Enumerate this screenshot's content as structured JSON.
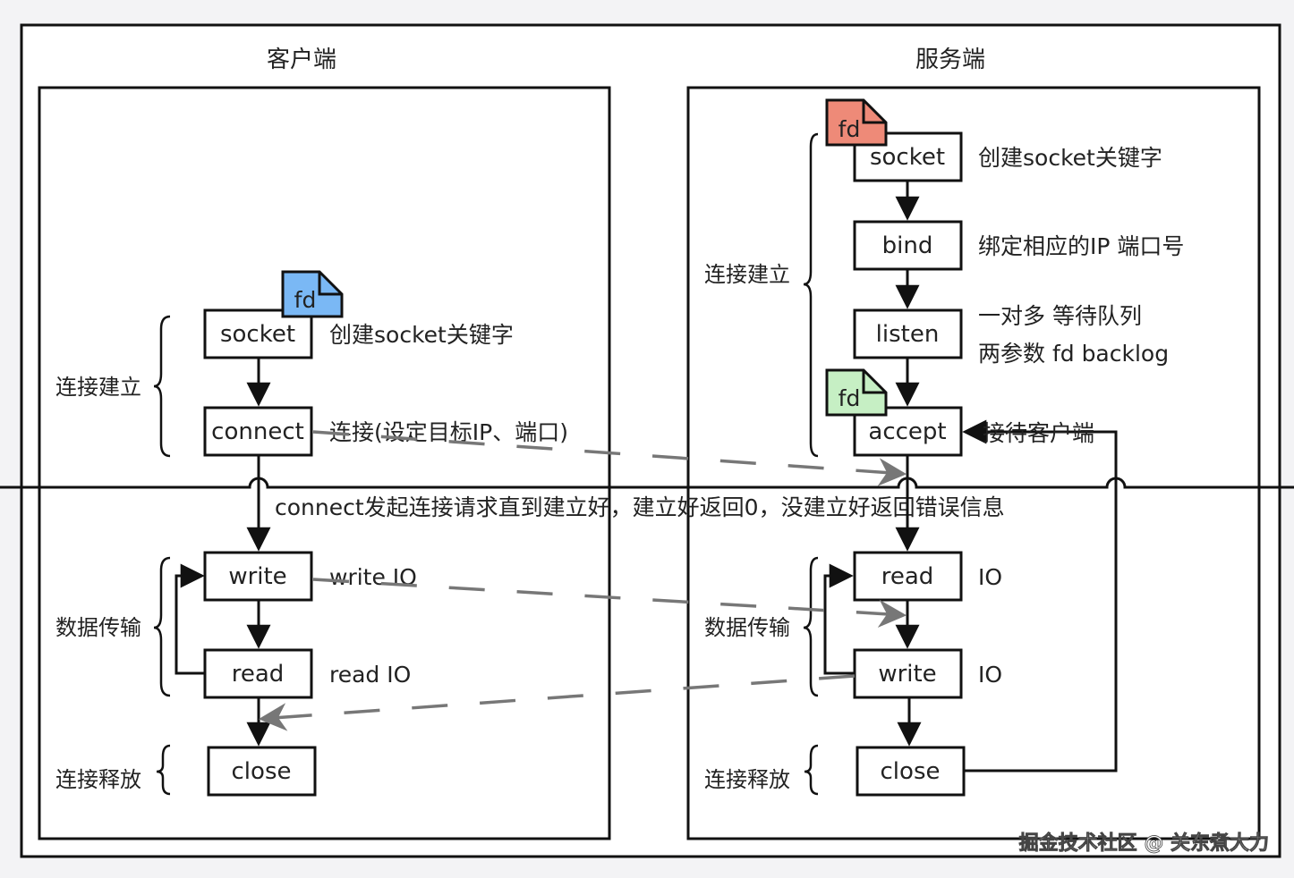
{
  "colors": {
    "line": "#111111",
    "dashed": "#777777",
    "fd_client": "#7ab8f5",
    "fd_server_socket": "#ee8a78",
    "fd_server_accept": "#c6efc4",
    "background": "#f3f3f5"
  },
  "client": {
    "title": "客户端",
    "boxes": {
      "socket": "socket",
      "connect": "connect",
      "write": "write",
      "read": "read",
      "close": "close"
    },
    "notes": {
      "socket": "创建socket关键字",
      "connect": "连接(设定目标IP、端口)",
      "write": "write IO",
      "read": "read IO"
    },
    "braces": {
      "establish": "连接建立",
      "transfer": "数据传输",
      "release": "连接释放"
    },
    "fd_label": "fd"
  },
  "server": {
    "title": "服务端",
    "boxes": {
      "socket": "socket",
      "bind": "bind",
      "listen": "listen",
      "accept": "accept",
      "read": "read",
      "write": "write",
      "close": "close"
    },
    "notes": {
      "socket": "创建socket关键字",
      "bind": "绑定相应的IP 端口号",
      "listen_line1": "一对多 等待队列",
      "listen_line2": "两参数 fd backlog",
      "accept": "接待客户端",
      "read": "IO",
      "write": "IO"
    },
    "braces": {
      "establish": "连接建立",
      "transfer": "数据传输",
      "release": "连接释放"
    },
    "fd_socket_label": "fd",
    "fd_accept_label": "fd"
  },
  "divider_note": "connect发起连接请求直到建立好，建立好返回0，没建立好返回错误信息",
  "watermark": "掘金技术社区 @ 关东煮大力"
}
